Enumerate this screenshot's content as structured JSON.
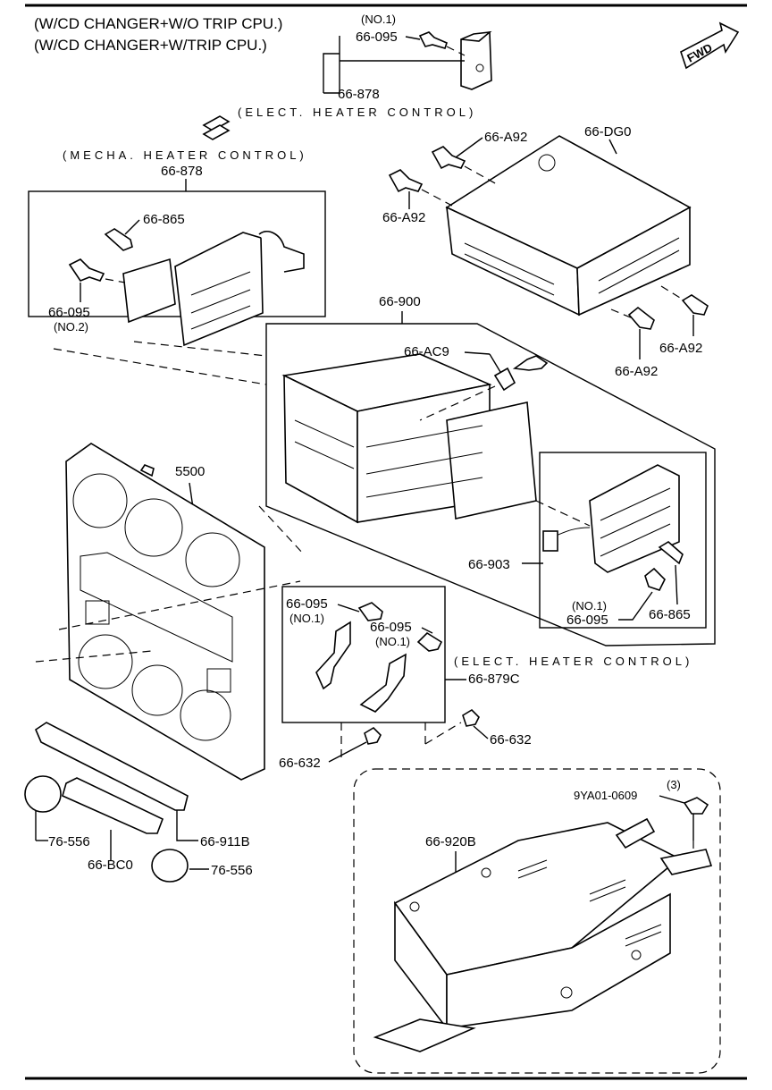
{
  "header": {
    "line1": "(W/CD CHANGER+W/O TRIP CPU.)",
    "line2": "(W/CD CHANGER+W/TRIP CPU.)"
  },
  "direction_label": "FWD",
  "notes": {
    "elect_heater_top": "(ELECT. HEATER CONTROL)",
    "mecha_heater": "(MECHA. HEATER CONTROL)",
    "elect_heater_bottom": "(ELECT. HEATER CONTROL)"
  },
  "callouts": {
    "no1_top": "(NO.1)",
    "p66_095_top": "66-095",
    "p66_878_top": "66-878",
    "p66_878_box": "66-878",
    "p66_865_box": "66-865",
    "p66_095_box": "66-095",
    "no2": "(NO.2)",
    "p66_a92_a": "66-A92",
    "p66_a92_b": "66-A92",
    "p66_a92_c": "66-A92",
    "p66_a92_d": "66-A92",
    "p66_dg0": "66-DG0",
    "p66_900": "66-900",
    "p66_ac9": "66-AC9",
    "p5500": "5500",
    "p66_903": "66-903",
    "no1_right": "(NO.1)",
    "p66_095_right": "66-095",
    "p66_865_right": "66-865",
    "p66_095_bl": "66-095",
    "no1_bl": "(NO.1)",
    "p66_095_bm": "66-095",
    "no1_bm": "(NO.1)",
    "p66_879c": "66-879C",
    "p66_632_r": "66-632",
    "p66_632_l": "66-632",
    "qty3": "(3)",
    "p9ya01": "9YA01-0609",
    "p66_920b": "66-920B",
    "p76_556_a": "76-556",
    "p66_bc0": "66-BC0",
    "p66_911b": "66-911B",
    "p76_556_b": "76-556"
  }
}
